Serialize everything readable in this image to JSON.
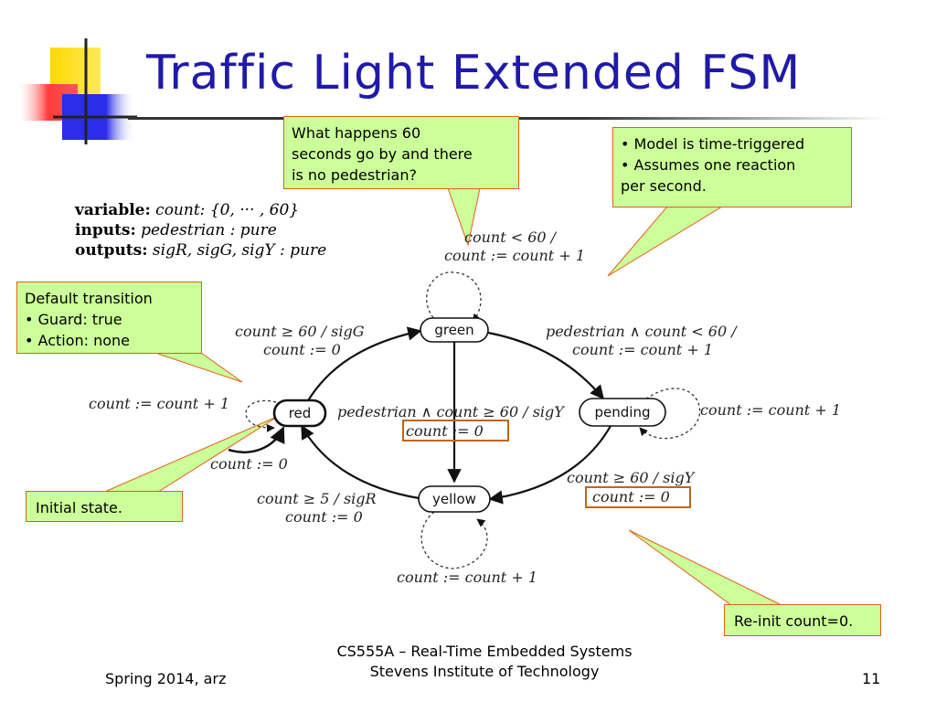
{
  "slide": {
    "title": "Traffic Light Extended FSM",
    "page_number": "11"
  },
  "footer": {
    "left": "Spring 2014, arz",
    "center_line1": "CS555A – Real-Time Embedded Systems",
    "center_line2": "Stevens Institute of Technology"
  },
  "declarations": {
    "variable_key": "variable:",
    "variable_value": "count: {0, ··· , 60}",
    "inputs_key": "inputs:",
    "inputs_value": "pedestrian : pure",
    "outputs_key": "outputs:",
    "outputs_value": "sigR, sigG, sigY : pure"
  },
  "callouts": {
    "question": {
      "line1": "What happens 60",
      "line2": "seconds go by and there",
      "line3": "is no pedestrian?"
    },
    "model": {
      "line1": "• Model is time-triggered",
      "line2": "• Assumes one reaction",
      "line3": "per second."
    },
    "default": {
      "line1": "Default transition",
      "line2": "• Guard: true",
      "line3": "• Action: none"
    },
    "initial": "Initial state.",
    "reinit": "Re-init count=0."
  },
  "states": {
    "green": "green",
    "red": "red",
    "pending": "pending",
    "yellow": "yellow"
  },
  "transitions": {
    "green_self_guard": "count < 60 /",
    "green_self_action": "count := count + 1",
    "red_to_green_guard": "count ≥ 60 / sigG",
    "red_to_green_action": "count := 0",
    "green_to_pending_guard": "pedestrian ∧ count < 60 /",
    "green_to_pending_action": "count := count + 1",
    "red_self_action": "count := count + 1",
    "pending_self_action": "count := count + 1",
    "green_to_yellow_guard": "pedestrian ∧ count ≥ 60 / sigY",
    "green_to_yellow_action": "count := 0",
    "initial_action": "count := 0",
    "pending_to_yellow_guard": "count ≥ 60 / sigY",
    "pending_to_yellow_action": "count := 0",
    "yellow_to_red_guard": "count ≥ 5 / sigR",
    "yellow_to_red_action": "count := 0",
    "yellow_self_action": "count := count + 1"
  },
  "colors": {
    "title": "#1f1aa8",
    "callout_fill": "#ccff99",
    "callout_border": "#e0601a",
    "highlight_box": "#c0651a",
    "logo_yellow": "#ffd800",
    "logo_red": "#ff3b3b",
    "logo_blue": "#2a2ee8"
  }
}
